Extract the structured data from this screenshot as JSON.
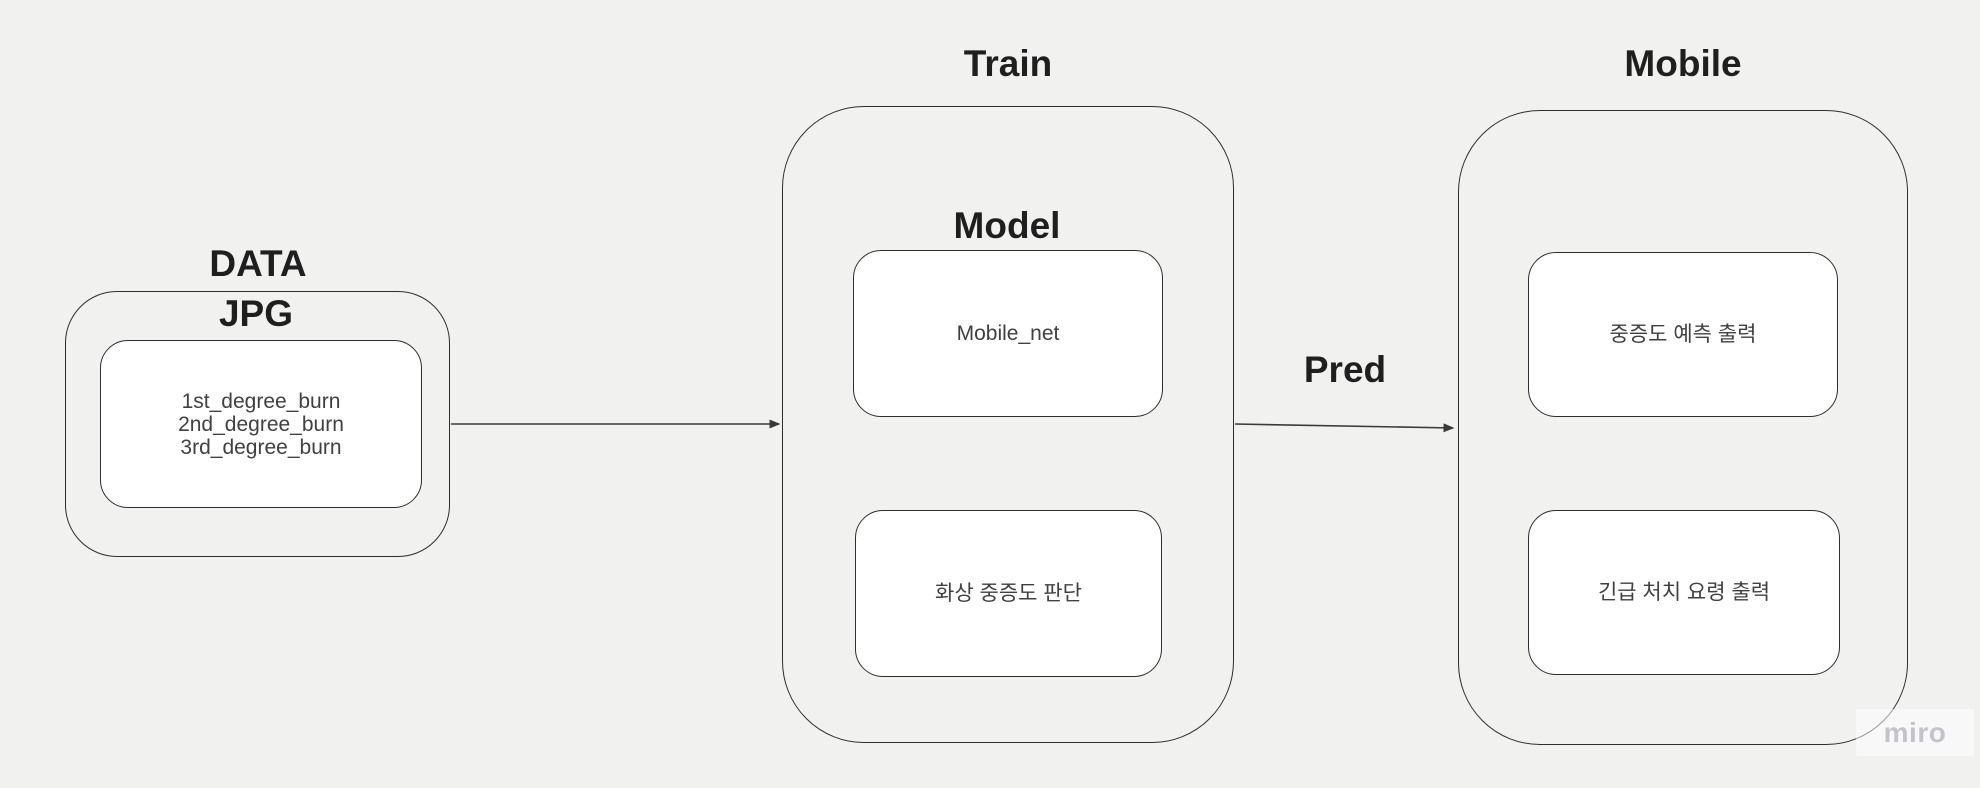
{
  "colors": {
    "background": "#f1f1f0",
    "shape_border": "#2e2e2e",
    "node_fill": "#ffffff",
    "heading_text": "#1f1f1f",
    "node_text": "#404040",
    "arrow": "#3a3a3a",
    "watermark_text": "#c3c3cb"
  },
  "data_group": {
    "label": "DATA",
    "jpg": {
      "label": "JPG",
      "box": {
        "lines": [
          "1st_degree_burn",
          "2nd_degree_burn",
          "3rd_degree_burn"
        ]
      }
    }
  },
  "train_group": {
    "label": "Train",
    "model_label": "Model",
    "boxes": [
      {
        "text": "Mobile_net"
      },
      {
        "text": "화상 중증도 판단"
      }
    ]
  },
  "pred_label": "Pred",
  "mobile_group": {
    "label": "Mobile",
    "boxes": [
      {
        "text": "중증도 예측 출력"
      },
      {
        "text": "긴급 처치 요령 출력"
      }
    ]
  },
  "watermark": "miro"
}
